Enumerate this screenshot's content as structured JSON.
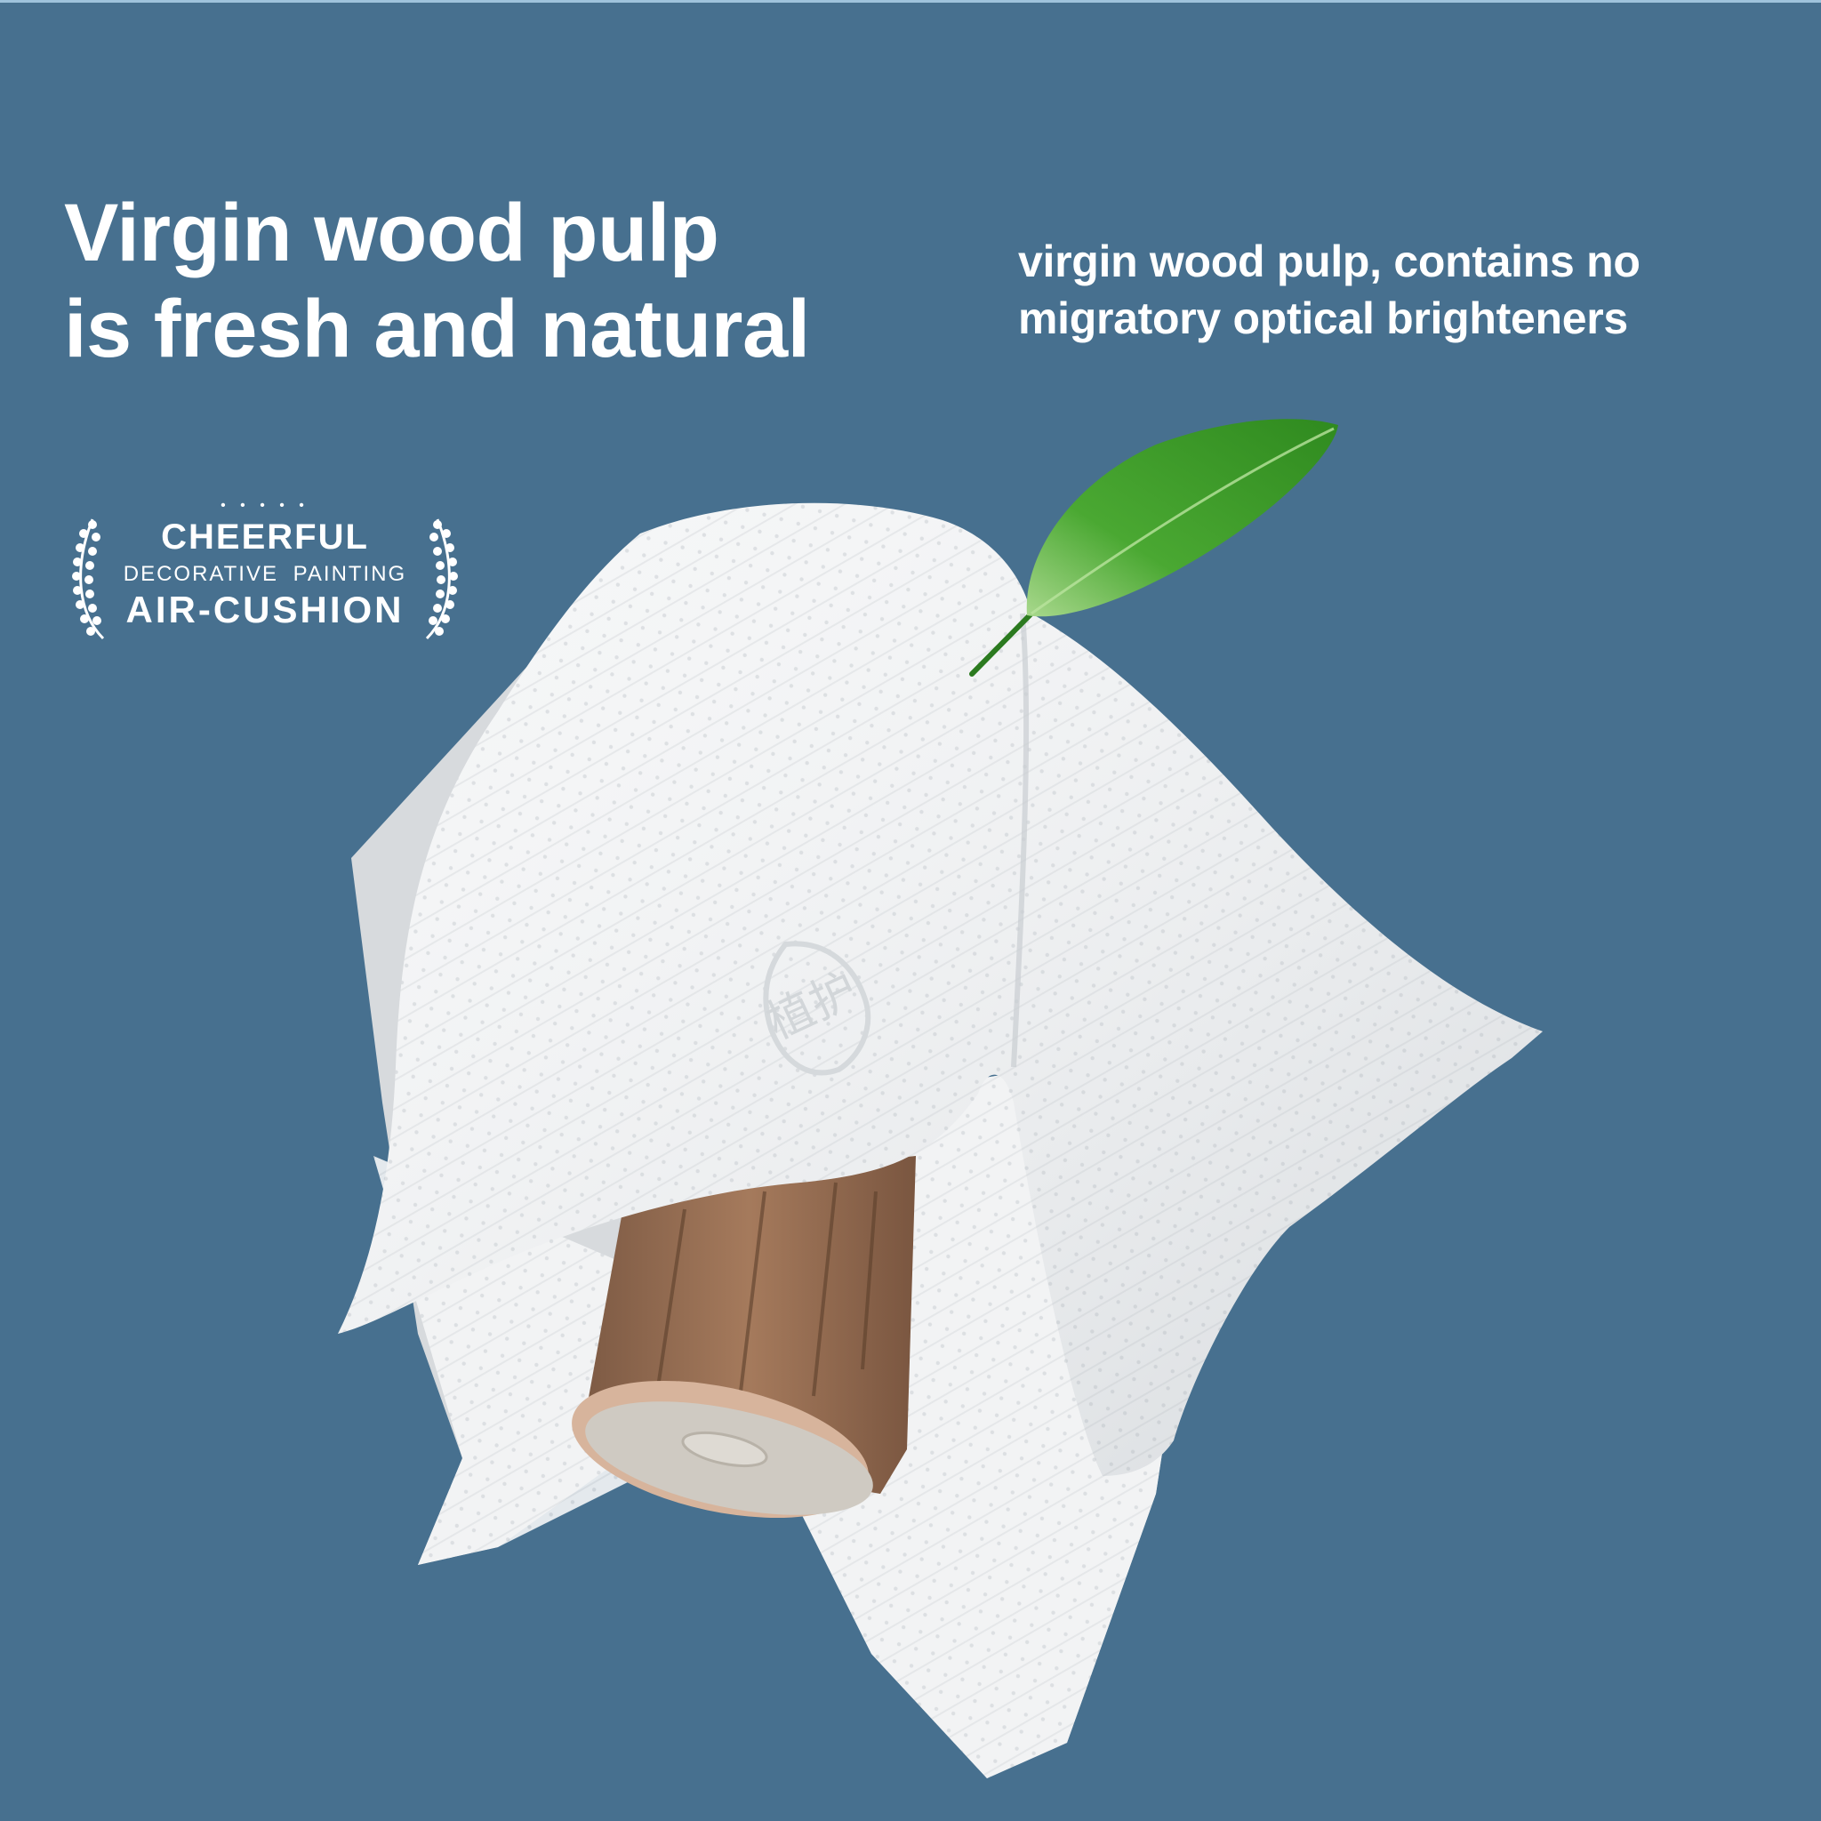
{
  "headline": {
    "line1": "Virgin wood pulp",
    "line2": "is fresh and natural"
  },
  "subhead": {
    "line1": "virgin wood pulp, contains no",
    "line2": "migratory optical brighteners"
  },
  "badge": {
    "dots": "• • • • •",
    "line1": "CHEERFUL",
    "line2": "DECORATIVE PAINTING",
    "line3": "AIR-CUSHION",
    "icon": "laurel-wreath-icon"
  },
  "product_image": {
    "subject": "tissue draped over wood log with green leaf",
    "embossed_mark": "植护"
  },
  "colors": {
    "background": "#47708f",
    "text": "#ffffff",
    "leaf": "#3f9b2a",
    "wood": "#9a6e52",
    "tissue": "#f4f5f6"
  }
}
